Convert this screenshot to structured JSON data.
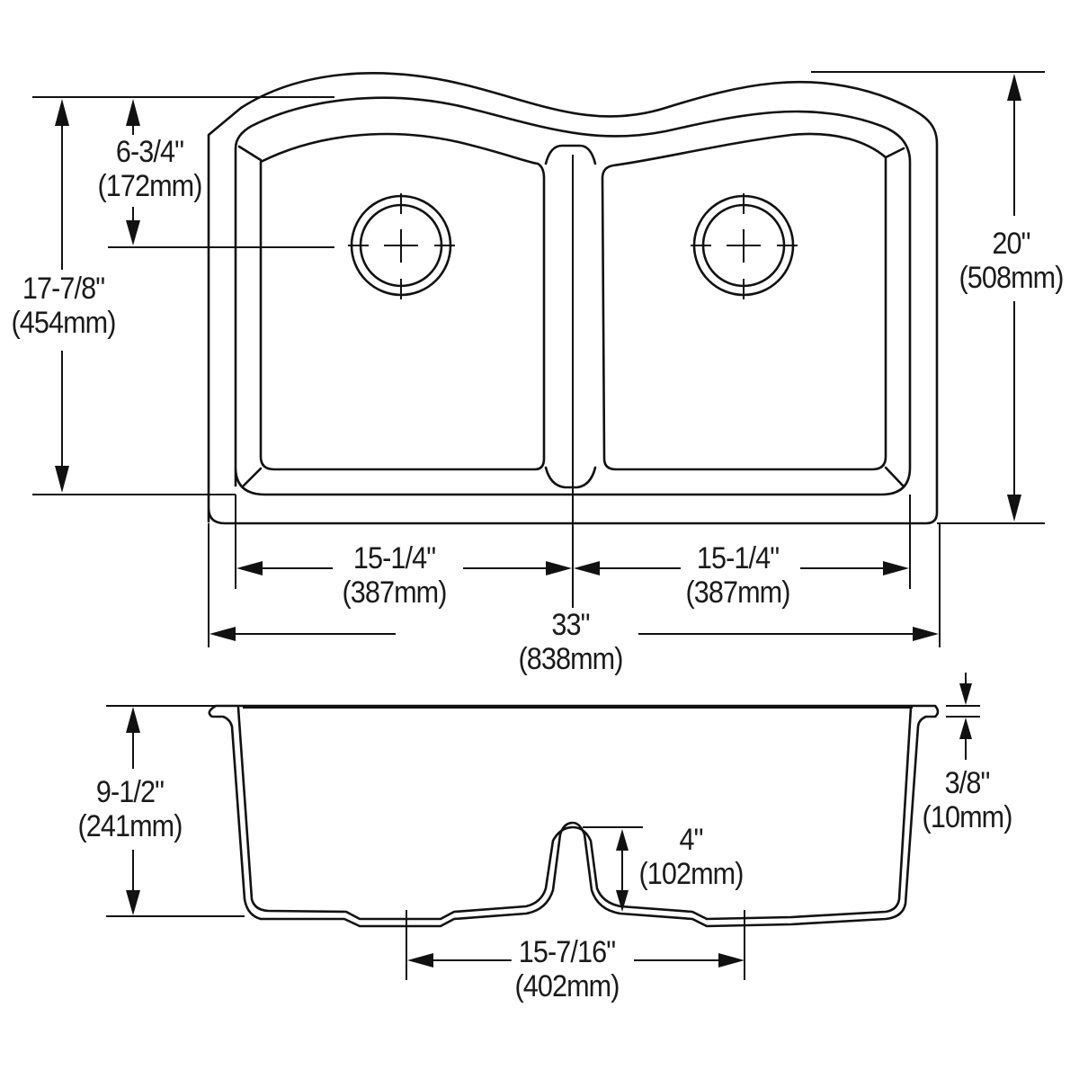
{
  "diagram": {
    "title": "Double bowl undermount sink dimensional drawing",
    "stroke_color": "#111111",
    "background_color": "#ffffff",
    "views": [
      {
        "name": "top-view",
        "description": "Plan view with two bowls, each with a drain hole"
      },
      {
        "name": "section-view",
        "description": "Side cross-section showing bowl depth and divider"
      }
    ],
    "dimensions": {
      "bowl_top_to_drain": {
        "imperial": "6-3/4\"",
        "metric": "(172mm)"
      },
      "bowl_length": {
        "imperial": "17-7/8\"",
        "metric": "(454mm)"
      },
      "overall_length": {
        "imperial": "20\"",
        "metric": "(508mm)"
      },
      "left_bowl_width": {
        "imperial": "15-1/4\"",
        "metric": "(387mm)"
      },
      "right_bowl_width": {
        "imperial": "15-1/4\"",
        "metric": "(387mm)"
      },
      "overall_width": {
        "imperial": "33\"",
        "metric": "(838mm)"
      },
      "bowl_depth": {
        "imperial": "9-1/2\"",
        "metric": "(241mm)"
      },
      "rim_thickness": {
        "imperial": "3/8\"",
        "metric": "(10mm)"
      },
      "divider_height": {
        "imperial": "4\"",
        "metric": "(102mm)"
      },
      "drain_center_spacing": {
        "imperial": "15-7/16\"",
        "metric": "(402mm)"
      }
    }
  }
}
